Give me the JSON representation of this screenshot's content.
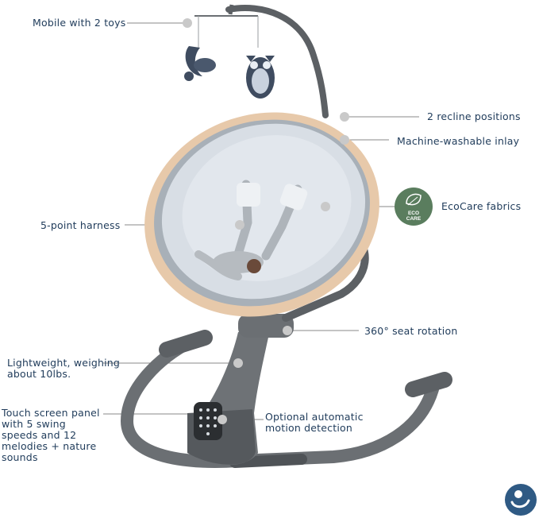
{
  "callouts": {
    "mobile": "Mobile with 2 toys",
    "recline": "2 recline positions",
    "inlay": "Machine-washable inlay",
    "ecocare": "EcoCare fabrics",
    "harness": "5-point harness",
    "rotation": "360° seat rotation",
    "lightweight": "Lightweight, weighing about 10lbs.",
    "touchscreen": "Touch screen panel with 5 swing speeds and 12 melodies + nature sounds",
    "motion": "Optional automatic motion detection"
  },
  "badge": {
    "line1": "ECO",
    "line2": "CARE"
  },
  "colors": {
    "text": "#1f3b5a",
    "frame": "#6b6f73",
    "seat_rim": "#e7c9aa",
    "fabric": "#d8dee5",
    "eco_green": "#5a7d5e",
    "logo_blue": "#2f5a84"
  },
  "icons": {
    "eco": "eco-leaf-icon",
    "brand": "baby-logo-icon"
  }
}
